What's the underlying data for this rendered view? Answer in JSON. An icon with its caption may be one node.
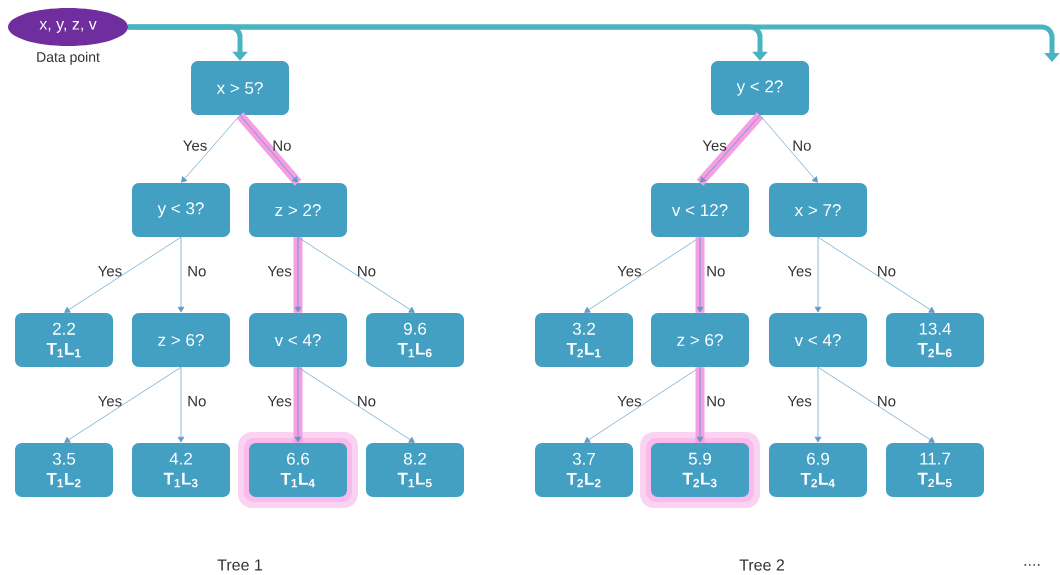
{
  "diagram": {
    "nodes": [
      {
        "text": [
          "x, y, z, v"
        ],
        "beside": [
          "Data point"
        ]
      },
      {
        "text": [
          "x > 5?"
        ]
      },
      {
        "text": [
          "y < 3?"
        ]
      },
      {
        "text": [
          "z > 2?"
        ]
      },
      {
        "text": [
          "2.2",
          "T$_{1}$L$_{1}$"
        ]
      },
      {
        "text": [
          "z > 6?"
        ]
      },
      {
        "text": [
          "v < 4?"
        ]
      },
      {
        "text": [
          "9.6",
          "T$_{1}$L$_{6}$"
        ]
      },
      {
        "text": [
          "3.5",
          "T$_{1}$L$_{2}$"
        ]
      },
      {
        "text": [
          "4.2",
          "T$_{1}$L$_{3}$"
        ]
      },
      {
        "text": [
          "6.6",
          "T$_{1}$L$_{4}$"
        ]
      },
      {
        "text": [
          "8.2",
          "T$_{1}$L$_{5}$"
        ]
      },
      {
        "text": [
          "y < 2?"
        ]
      },
      {
        "text": [
          "v < 12?"
        ]
      },
      {
        "text": [
          "x > 7?"
        ]
      },
      {
        "text": [
          "3.2",
          "T$_{2}$L$_{1}$"
        ]
      },
      {
        "text": [
          "z > 6?"
        ]
      },
      {
        "text": [
          "v < 4?"
        ]
      },
      {
        "text": [
          "13.4",
          "T$_{2}$L$_{6}$"
        ]
      },
      {
        "text": [
          "3.7",
          "T$_{2}$L$_{2}$"
        ]
      },
      {
        "text": [
          "5.9",
          "T$_{2}$L$_{3}$"
        ]
      },
      {
        "text": [
          "6.9",
          "T$_{2}$L$_{4}$"
        ]
      },
      {
        "text": [
          "11.7",
          "T$_{2}$L$_{5}$"
        ]
      }
    ],
    "edges": [
      {
        "from": 0,
        "to": 1,
        "arrow": "to",
        "style": "thick",
        "color": "#4ab3c0"
      },
      {
        "from": 0,
        "to": 12,
        "arrow": "to",
        "style": "thick",
        "color": "#4ab3c0"
      },
      {
        "from": 0,
        "to": null,
        "arrow": "to",
        "style": "thick",
        "color": "#4ab3c0"
      },
      {
        "from": 1,
        "to": 2,
        "arrow": "to",
        "label": "Yes"
      },
      {
        "from": 1,
        "to": 3,
        "arrow": "to",
        "label": "No",
        "style": "thick",
        "color": "#f59ee3"
      },
      {
        "from": 2,
        "to": 4,
        "arrow": "to",
        "label": "Yes"
      },
      {
        "from": 2,
        "to": 5,
        "arrow": "to",
        "label": "No"
      },
      {
        "from": 3,
        "to": 6,
        "arrow": "to",
        "label": "Yes",
        "style": "thick",
        "color": "#f59ee3"
      },
      {
        "from": 3,
        "to": 7,
        "arrow": "to",
        "label": "No"
      },
      {
        "from": 5,
        "to": 8,
        "arrow": "to",
        "label": "Yes"
      },
      {
        "from": 5,
        "to": 9,
        "arrow": "to",
        "label": "No"
      },
      {
        "from": 6,
        "to": 10,
        "arrow": "to",
        "label": "Yes",
        "style": "thick",
        "color": "#f59ee3"
      },
      {
        "from": 6,
        "to": 11,
        "arrow": "to",
        "label": "No"
      },
      {
        "from": 12,
        "to": 13,
        "arrow": "to",
        "label": "Yes",
        "style": "thick",
        "color": "#f59ee3"
      },
      {
        "from": 12,
        "to": 14,
        "arrow": "to",
        "label": "No"
      },
      {
        "from": 13,
        "to": 15,
        "arrow": "to",
        "label": "Yes"
      },
      {
        "from": 13,
        "to": 16,
        "arrow": "to",
        "label": "No",
        "style": "thick",
        "color": "#f59ee3"
      },
      {
        "from": 14,
        "to": 17,
        "arrow": "to",
        "label": "Yes"
      },
      {
        "from": 14,
        "to": 18,
        "arrow": "to",
        "label": "No"
      },
      {
        "from": 16,
        "to": 19,
        "arrow": "to",
        "label": "Yes"
      },
      {
        "from": 16,
        "to": 20,
        "arrow": "to",
        "label": "No",
        "style": "thick",
        "color": "#f59ee3"
      },
      {
        "from": 17,
        "to": 21,
        "arrow": "to",
        "label": "Yes"
      },
      {
        "from": 17,
        "to": 22,
        "arrow": "to",
        "label": "No"
      }
    ],
    "labels": [
      "Tree 1",
      "Tree 2",
      "...."
    ]
  }
}
